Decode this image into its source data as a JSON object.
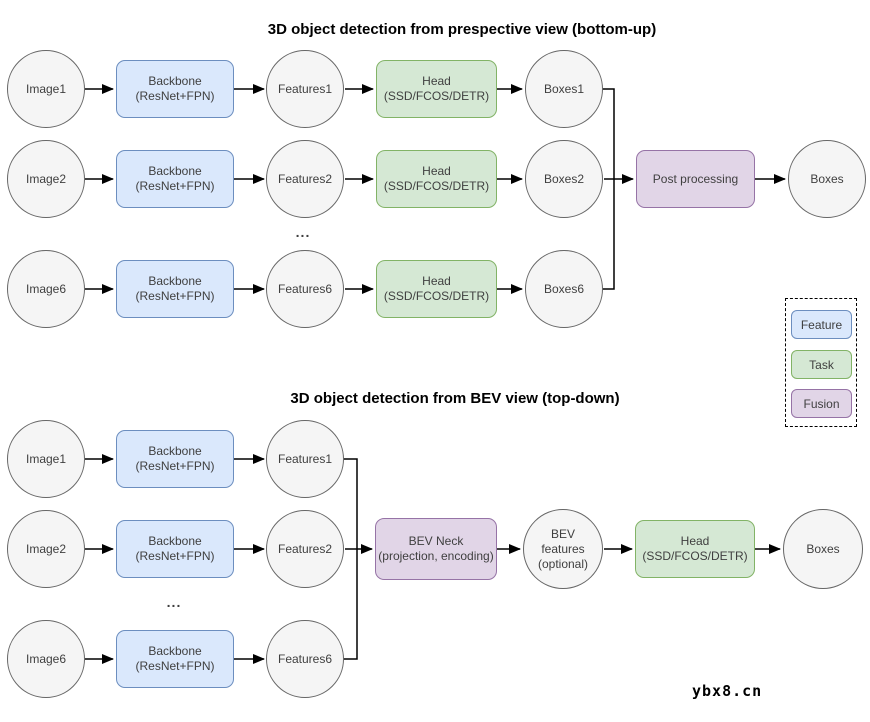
{
  "top_diagram": {
    "title": "3D object detection from prespective view (bottom-up)",
    "ellipsis": "...",
    "rows": [
      {
        "input": "Image1",
        "feature": "Features1",
        "output": "Boxes1"
      },
      {
        "input": "Image2",
        "feature": "Features2",
        "output": "Boxes2"
      },
      {
        "input": "Image6",
        "feature": "Features6",
        "output": "Boxes6"
      }
    ],
    "backbone": {
      "line1": "Backbone",
      "line2": "(ResNet+FPN)"
    },
    "head": {
      "line1": "Head",
      "line2": "(SSD/FCOS/DETR)"
    },
    "post_processing": "Post processing",
    "final_output": "Boxes"
  },
  "bottom_diagram": {
    "title": "3D object detection from BEV view (top-down)",
    "ellipsis": "...",
    "rows": [
      {
        "input": "Image1",
        "feature": "Features1"
      },
      {
        "input": "Image2",
        "feature": "Features2"
      },
      {
        "input": "Image6",
        "feature": "Features6"
      }
    ],
    "backbone": {
      "line1": "Backbone",
      "line2": "(ResNet+FPN)"
    },
    "bev_neck": {
      "line1": "BEV Neck",
      "line2": "(projection, encoding)"
    },
    "bev_features": {
      "line1": "BEV",
      "line2": "features",
      "line3": "(optional)"
    },
    "head": {
      "line1": "Head",
      "line2": "(SSD/FCOS/DETR)"
    },
    "final_output": "Boxes"
  },
  "legend": {
    "items": [
      {
        "label": "Feature"
      },
      {
        "label": "Task"
      },
      {
        "label": "Fusion"
      }
    ]
  },
  "watermark": "ybx8.cn",
  "colors": {
    "feature_fill": "#dae8fc",
    "feature_stroke": "#6c8ebf",
    "task_fill": "#d5e8d4",
    "task_stroke": "#82b366",
    "fusion_fill": "#e1d5e7",
    "fusion_stroke": "#9673a6",
    "node_fill": "#f5f5f5",
    "node_stroke": "#666666"
  }
}
